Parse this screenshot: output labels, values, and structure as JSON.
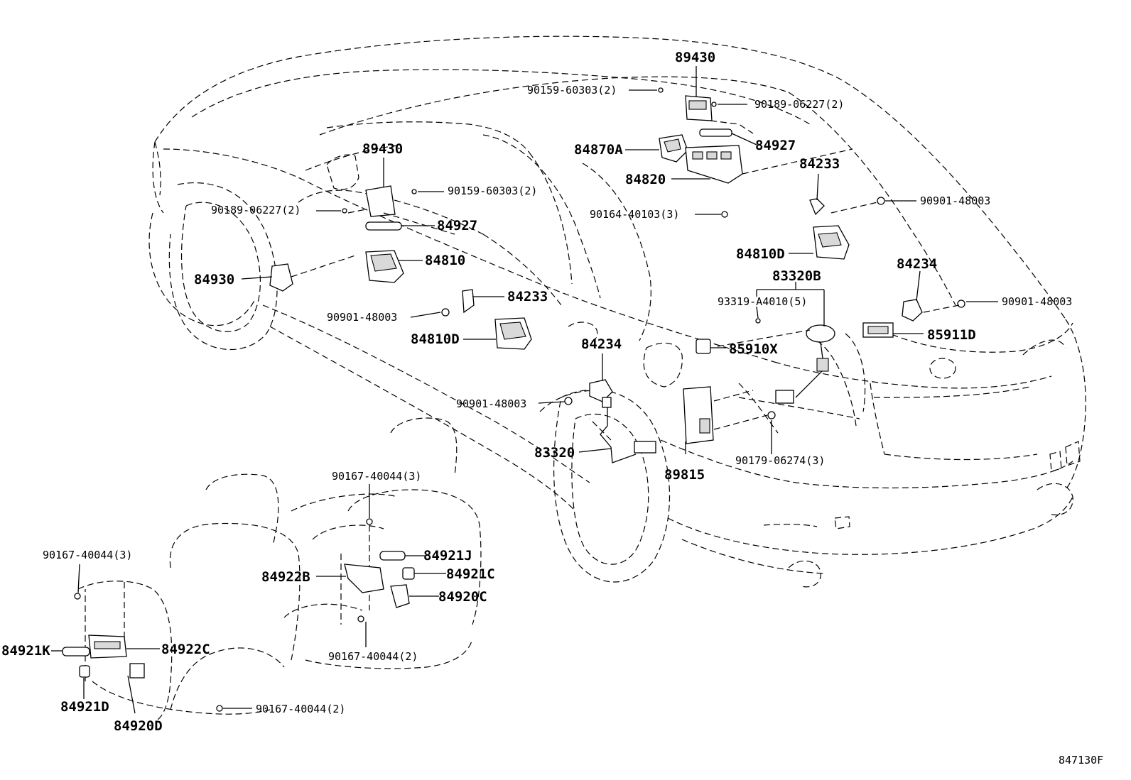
{
  "diagram": {
    "drawing_code": "847130F",
    "labels": {
      "p89430_top": "89430",
      "b90159_top": "90159-60303(2)",
      "b90189_top": "90189-06227(2)",
      "p84927_top": "84927",
      "p84870A": "84870A",
      "p84820": "84820",
      "p84233_right": "84233",
      "b90164": "90164-40103(3)",
      "b90901_r1": "90901-48003",
      "p84810D_right": "84810D",
      "p83320B": "83320B",
      "p84234_right": "84234",
      "b93319": "93319-A4010(5)",
      "b90901_r2": "90901-48003",
      "p85911D": "85911D",
      "p85910X": "85910X",
      "p89430_left": "89430",
      "b90159_left": "90159-60303(2)",
      "b90189_left": "90189-06227(2)",
      "p84927_left": "84927",
      "p84810": "84810",
      "p84930": "84930",
      "p84233_left": "84233",
      "b90901_l1": "90901-48003",
      "p84810D_left": "84810D",
      "p84234_mid": "84234",
      "b90901_mid": "90901-48003",
      "p83320": "83320",
      "p89815": "89815",
      "b90179": "90179-06274(3)",
      "b90167_top": "90167-40044(3)",
      "p84921J": "84921J",
      "p84922B": "84922B",
      "p84921C": "84921C",
      "p84920C": "84920C",
      "b90167_mid": "90167-40044(2)",
      "b90167_left": "90167-40044(3)",
      "p84921K": "84921K",
      "p84922C": "84922C",
      "p84921D": "84921D",
      "p84920D": "84920D",
      "b90167_bottom": "90167-40044(2)"
    }
  }
}
